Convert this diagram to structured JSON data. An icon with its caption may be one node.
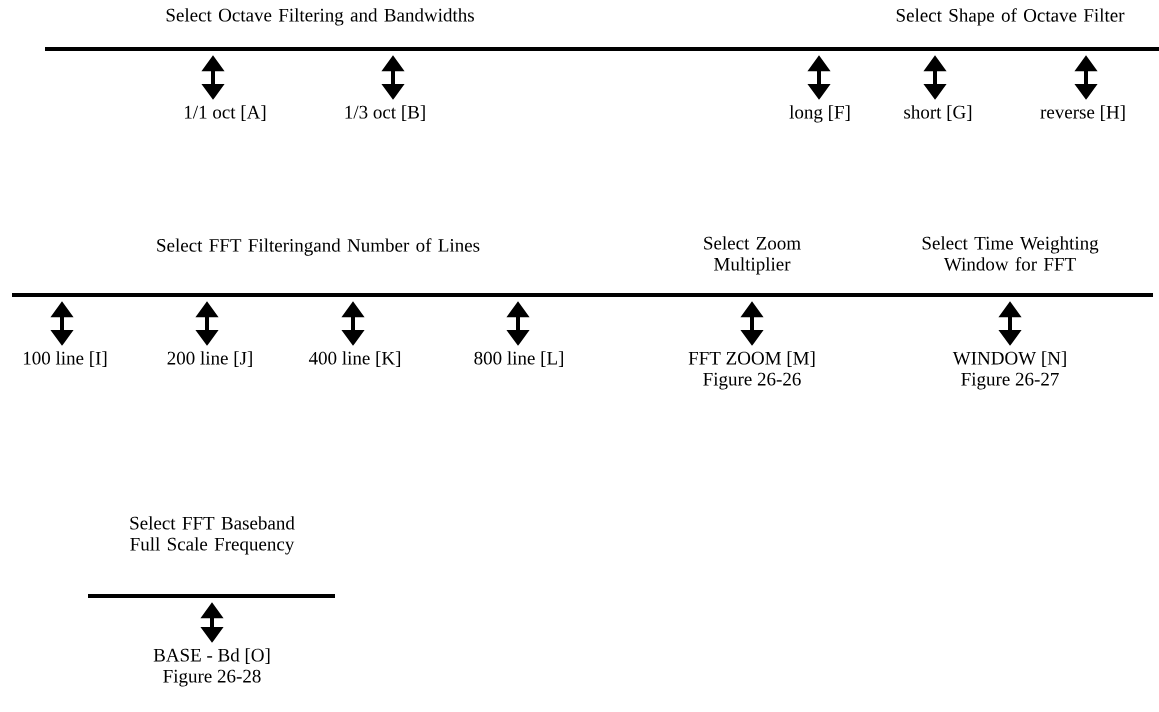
{
  "diagram": {
    "nodes": [
      {
        "text": [
          "Select Octave Filtering and Bandwidths",
          "Select Shape of Octave Filter"
        ]
      },
      {
        "text": [
          "1/1 oct [A]"
        ]
      },
      {
        "text": [
          "1/3 oct [B]"
        ]
      },
      {
        "text": [
          "long [F]"
        ]
      },
      {
        "text": [
          "short [G]"
        ]
      },
      {
        "text": [
          "reverse [H]"
        ]
      },
      {
        "text": [
          "Select FFT Filteringand Number of Lines",
          "Select Zoom Multiplier",
          "Select Time Weighting Window for FFT"
        ]
      },
      {
        "text": [
          "100 line [I]"
        ]
      },
      {
        "text": [
          "200 line [J]"
        ]
      },
      {
        "text": [
          "400 line [K]"
        ]
      },
      {
        "text": [
          "800 line [L]"
        ]
      },
      {
        "text": [
          "FFT ZOOM [M]",
          "Figure 26-26"
        ]
      },
      {
        "text": [
          "WINDOW [N]",
          "Figure 26-27"
        ]
      },
      {
        "text": [
          "Select FFT Baseband Full Scale Frequency"
        ]
      },
      {
        "text": [
          "BASE - Bd [O]",
          "Figure 26-28"
        ]
      }
    ],
    "edges": [
      {
        "from": 0,
        "to": 1,
        "arrow": "both"
      },
      {
        "from": 0,
        "to": 2,
        "arrow": "both"
      },
      {
        "from": 0,
        "to": 3,
        "arrow": "both"
      },
      {
        "from": 0,
        "to": 4,
        "arrow": "both"
      },
      {
        "from": 0,
        "to": 5,
        "arrow": "both"
      },
      {
        "from": 6,
        "to": 7,
        "arrow": "both"
      },
      {
        "from": 6,
        "to": 8,
        "arrow": "both"
      },
      {
        "from": 6,
        "to": 9,
        "arrow": "both"
      },
      {
        "from": 6,
        "to": 10,
        "arrow": "both"
      },
      {
        "from": 6,
        "to": 11,
        "arrow": "both"
      },
      {
        "from": 6,
        "to": 12,
        "arrow": "both"
      },
      {
        "from": 13,
        "to": 14,
        "arrow": "both"
      }
    ]
  }
}
